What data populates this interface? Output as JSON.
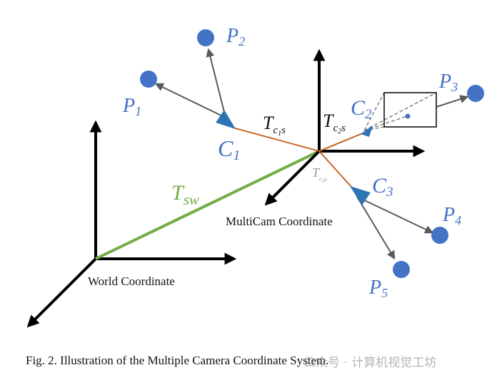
{
  "colors": {
    "axis": "#000000",
    "point": "#4472c4",
    "camera": "#2e75b6",
    "label": "#4472c4",
    "ray": "#595959",
    "t_line": "#c55a11",
    "t_sw": "#70ad47",
    "frustum": "#808080"
  },
  "labels": {
    "world": "World Coordinate",
    "multicam": "MultiCam Coordinate",
    "t_sw_main": "T",
    "t_sw_sub": "sw",
    "t_main": "T",
    "t_c1_sub": "c",
    "t_c1_idx": "1",
    "t_c1_s": "s",
    "t_c2_sub": "c",
    "t_c2_idx": "2",
    "t_c2_s": "s",
    "t_c3_sub": "c",
    "t_c3_idx": "3",
    "t_c3_s": "s"
  },
  "cameras": [
    {
      "name": "C",
      "index": "1"
    },
    {
      "name": "C",
      "index": "2"
    },
    {
      "name": "C",
      "index": "3"
    }
  ],
  "points": [
    {
      "name": "P",
      "index": "1"
    },
    {
      "name": "P",
      "index": "2"
    },
    {
      "name": "P",
      "index": "3"
    },
    {
      "name": "P",
      "index": "4"
    },
    {
      "name": "P",
      "index": "5"
    }
  ],
  "caption": "Fig. 2.  Illustration of the Multiple Camera Coordinate System.",
  "watermark": "公众号 · 计算机视觉工坊"
}
